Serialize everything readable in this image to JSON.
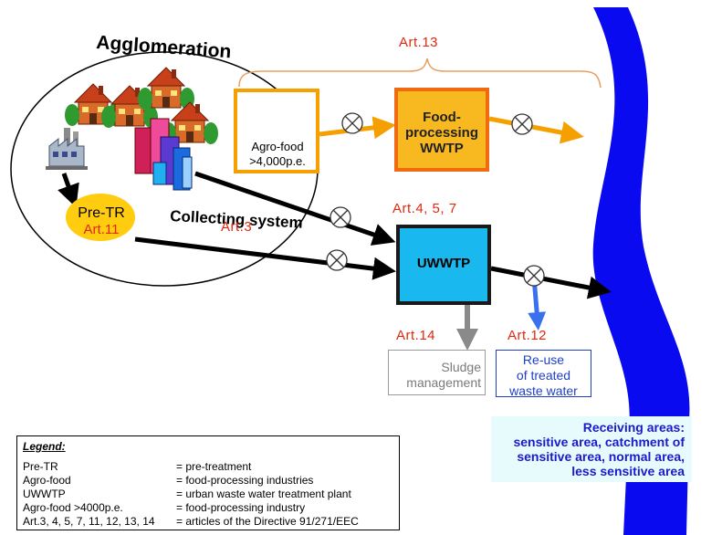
{
  "labels": {
    "agglomeration": "Agglomeration",
    "collecting_system": "Collecting system",
    "pre_tr": "Pre-TR",
    "agro_food_line1": "Agro-food",
    "agro_food_line2": ">4,000p.e.",
    "food_wwtp_line1": "Food-",
    "food_wwtp_line2": "processing",
    "food_wwtp_line3": "WWTP",
    "uwwtp": "UWWTP",
    "sludge_line1": "Sludge",
    "sludge_line2": "management",
    "reuse_line1": "Re-use",
    "reuse_line2": "of treated",
    "reuse_line3": "waste water",
    "receiving_line1": "Receiving areas:",
    "receiving_line2": "sensitive area, catchment of",
    "receiving_line3": "sensitive area, normal area,",
    "receiving_line4": "less sensitive area"
  },
  "articles": {
    "art13": "Art.13",
    "art11": "Art.11",
    "art3": "Art.3",
    "art4_5_7": "Art.4, 5, 7",
    "art14": "Art.14",
    "art12": "Art.12"
  },
  "legend": {
    "title": "Legend:",
    "rows": [
      {
        "term": "Pre-TR",
        "definition": "= pre-treatment"
      },
      {
        "term": "Agro-food",
        "definition": "= food-processing industries"
      },
      {
        "term": "UWWTP",
        "definition": "= urban waste water treatment plant"
      },
      {
        "term": "Agro-food >4000p.e.",
        "definition": "= food-processing industry"
      },
      {
        "term": "Art.3, 4, 5, 7, 11, 12, 13, 14",
        "definition": "= articles of the Directive 91/271/EEC"
      }
    ]
  },
  "colors": {
    "river": "#0a0af0",
    "orange_flow": "#f5a000",
    "black_flow": "#000000",
    "reuse_arrow": "#3a6ff0",
    "sludge_arrow": "#8a8a8a",
    "article_red": "#e02810"
  },
  "icons": [
    "house-icon",
    "factory-icon",
    "city-buildings-icon",
    "valve-icon"
  ]
}
